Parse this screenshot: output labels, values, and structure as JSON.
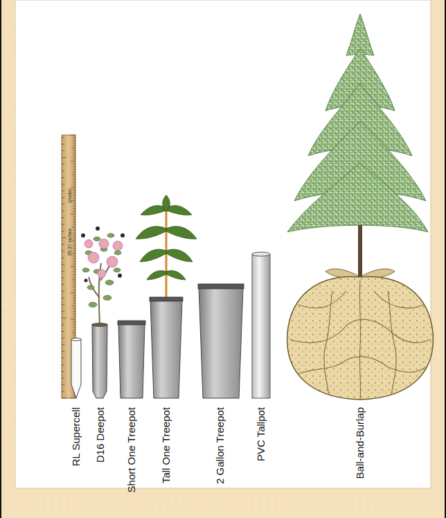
{
  "diagram": {
    "labels": [
      "39.37 inches",
      "1meter",
      "RL Supercell",
      "D16 Deepot",
      "Short One Treepot",
      "Tall One Treepot",
      "2 Gallon Treepot",
      "PVC Tallpot",
      "Ball-and-Burlap"
    ]
  }
}
